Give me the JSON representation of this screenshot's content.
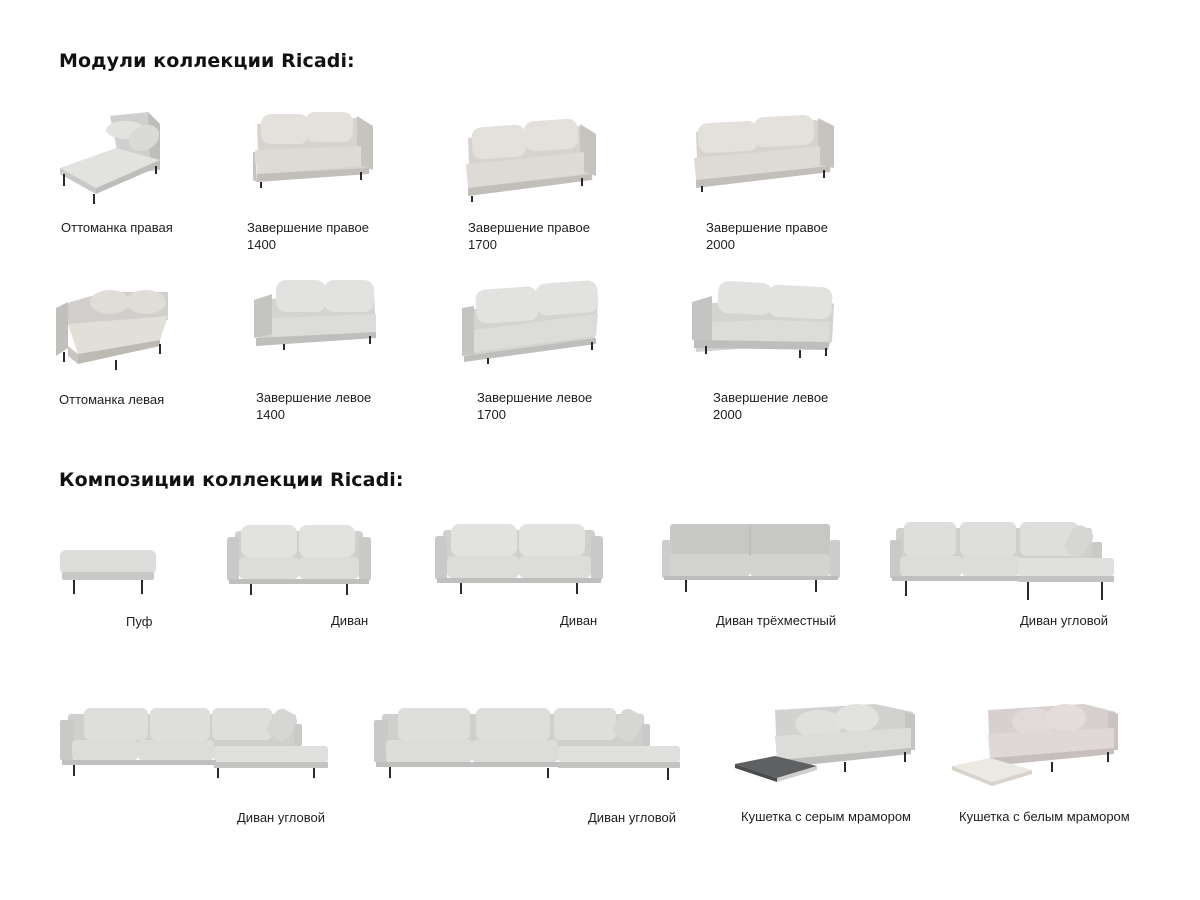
{
  "headings": {
    "modules": "Модули коллекции Ricadi:",
    "compositions": "Композиции коллекции Ricadi:"
  },
  "colors": {
    "upholstery": "#d8d8d6",
    "upholstery_shade": "#c4c4c2",
    "upholstery_light": "#e6e6e4",
    "warm_upholstery": "#dcd8d2",
    "pink_upholstery": "#ddd4d4",
    "legs": "#2a2a2a",
    "grey_marble": "#5f6062",
    "white_marble": "#ece9e2"
  },
  "modules": [
    {
      "icon": "chaise-right-icon",
      "caption": "Оттоманка правая"
    },
    {
      "icon": "right-end-sofa-icon",
      "caption": "Завершение правое\n1400"
    },
    {
      "icon": "right-end-sofa-icon",
      "caption": "Завершение правое\n1700"
    },
    {
      "icon": "right-end-sofa-icon",
      "caption": "Завершение правое\n2000"
    },
    {
      "icon": "chaise-left-icon",
      "caption": "Оттоманка левая"
    },
    {
      "icon": "left-end-sofa-icon",
      "caption": "Завершение левое\n1400"
    },
    {
      "icon": "left-end-sofa-icon",
      "caption": "Завершение левое\n1700"
    },
    {
      "icon": "left-end-sofa-icon",
      "caption": "Завершение левое\n2000"
    }
  ],
  "compositions": [
    {
      "icon": "pouf-icon",
      "caption": "Пуф"
    },
    {
      "icon": "sofa-icon",
      "caption": "Диван"
    },
    {
      "icon": "sofa-icon",
      "caption": "Диван"
    },
    {
      "icon": "three-seat-sofa-icon",
      "caption": "Диван трёхместный"
    },
    {
      "icon": "corner-sofa-icon",
      "caption": "Диван угловой"
    },
    {
      "icon": "corner-sofa-icon",
      "caption": "Диван угловой"
    },
    {
      "icon": "corner-sofa-icon",
      "caption": "Диван угловой"
    },
    {
      "icon": "daybed-grey-marble-icon",
      "caption": "Кушетка с серым мрамором"
    },
    {
      "icon": "daybed-white-marble-icon",
      "caption": "Кушетка с белым мрамором"
    }
  ]
}
